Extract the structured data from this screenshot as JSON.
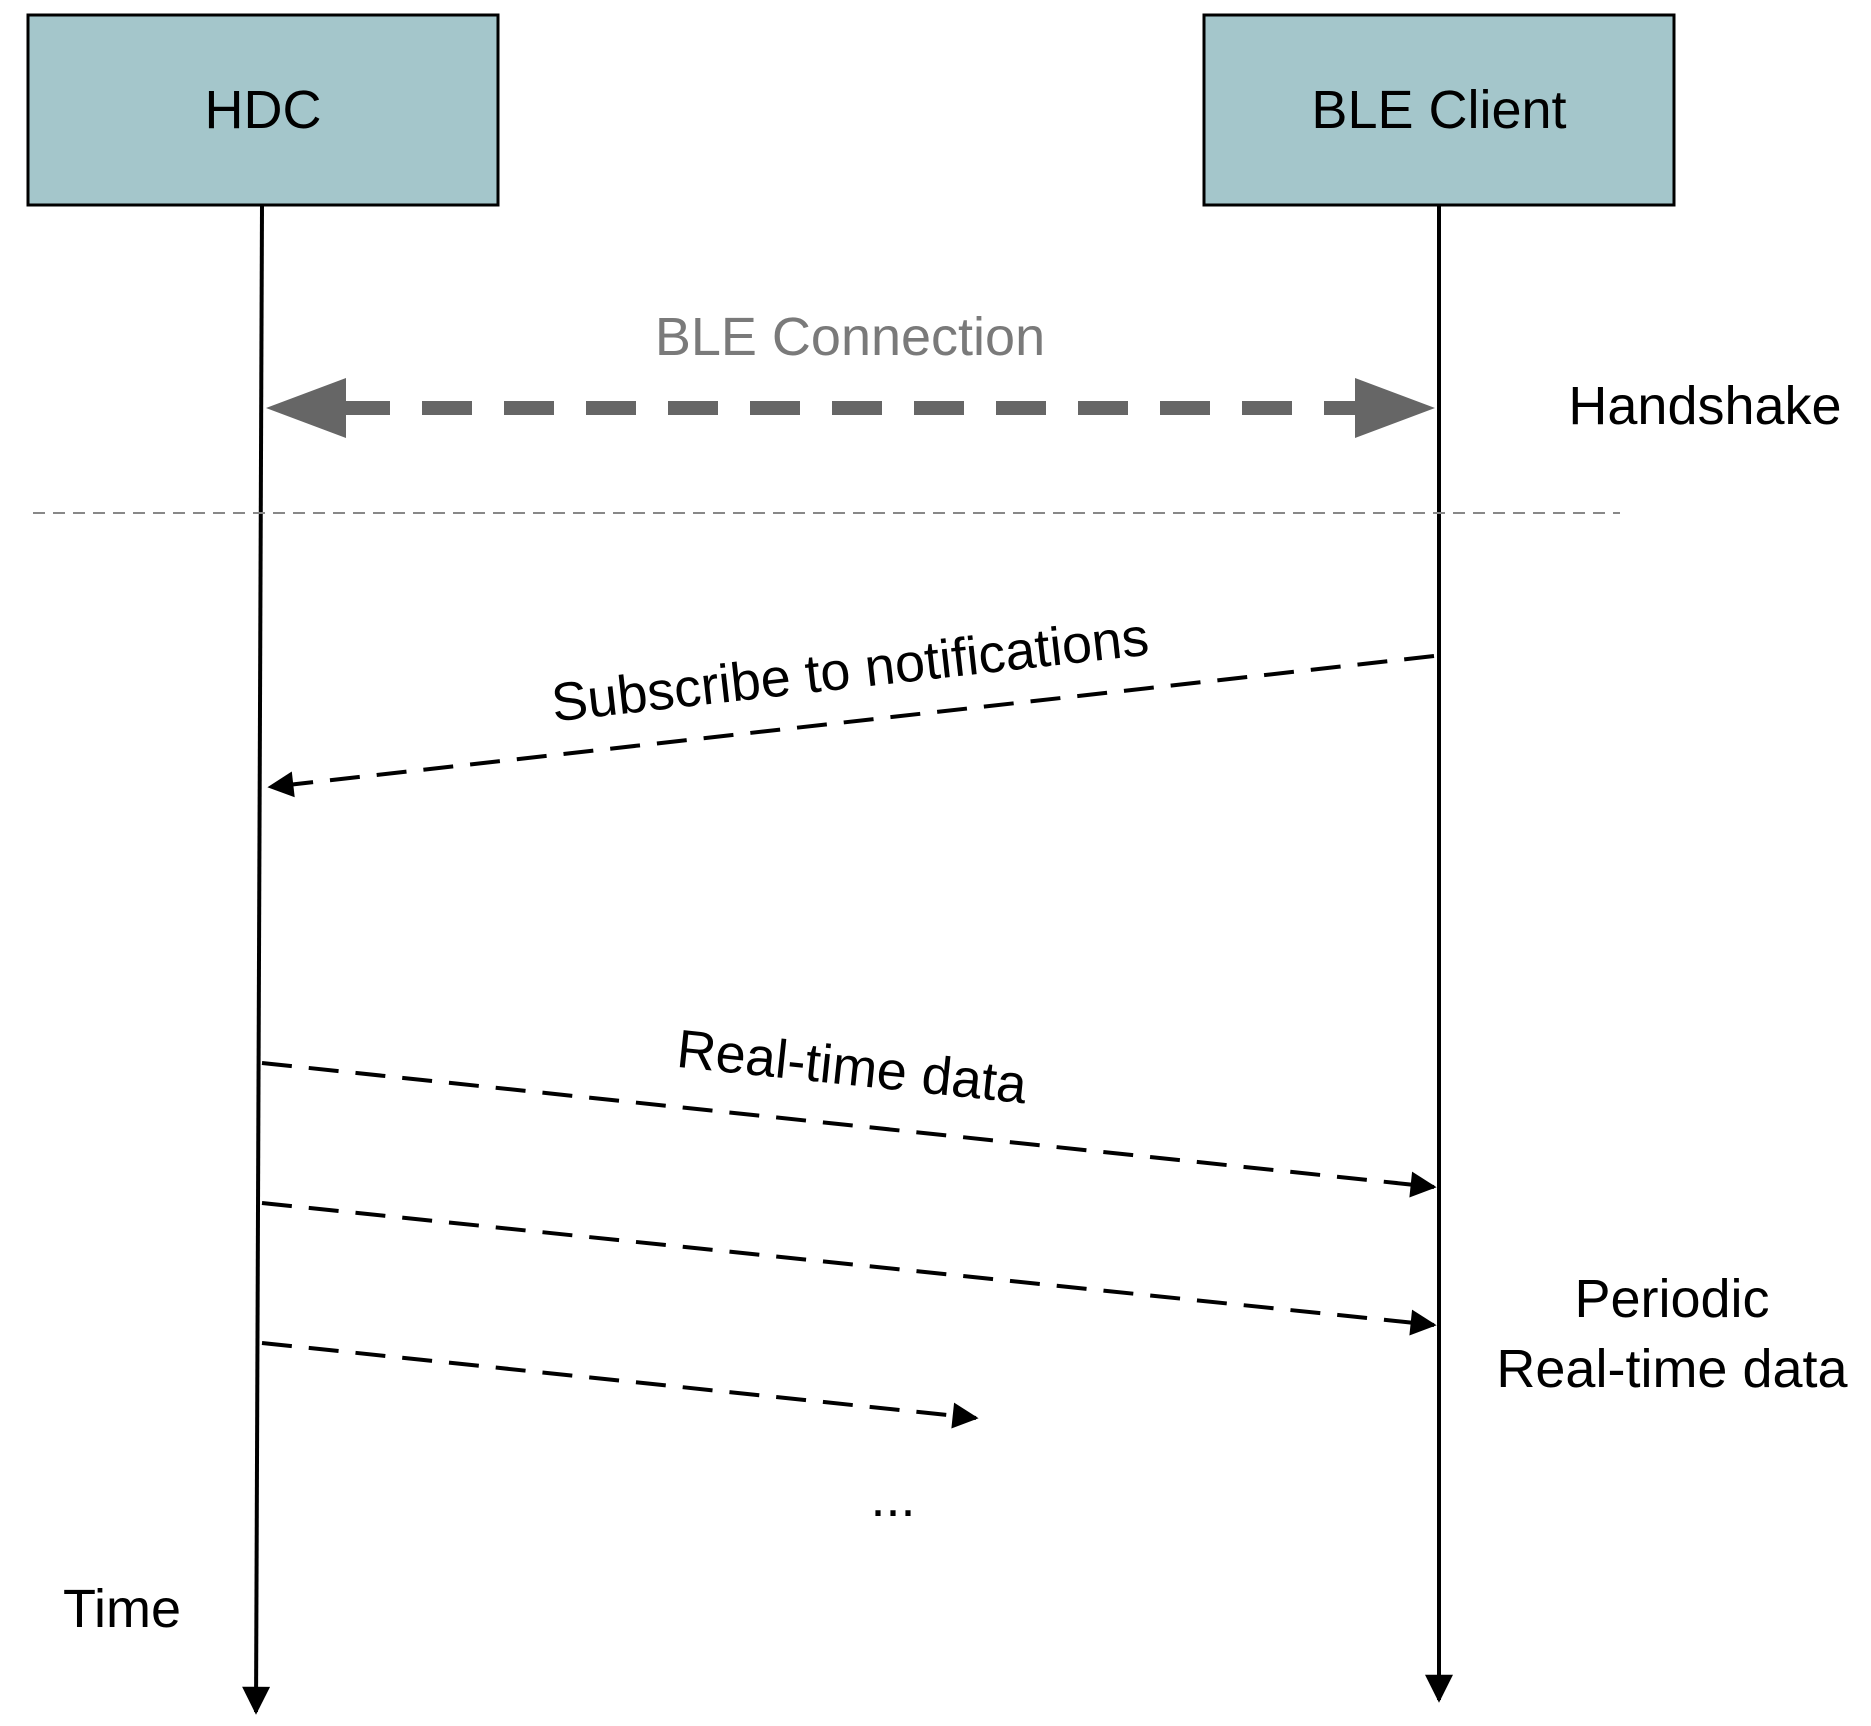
{
  "participants": {
    "left": {
      "label": "HDC"
    },
    "right": {
      "label": "BLE Client"
    }
  },
  "colors": {
    "box_fill": "#a4c6cb",
    "box_stroke": "#000000",
    "lifeline": "#000000",
    "connection_arrow": "#666666",
    "connection_label": "#7a7a7a",
    "separator": "#888888"
  },
  "messages": {
    "connection": "BLE Connection",
    "subscribe": "Subscribe to notifications",
    "realtime": "Real-time data"
  },
  "phases": {
    "handshake": "Handshake",
    "periodic_line1": "Periodic",
    "periodic_line2": "Real-time data"
  },
  "continuation": "...",
  "time_label": "Time"
}
